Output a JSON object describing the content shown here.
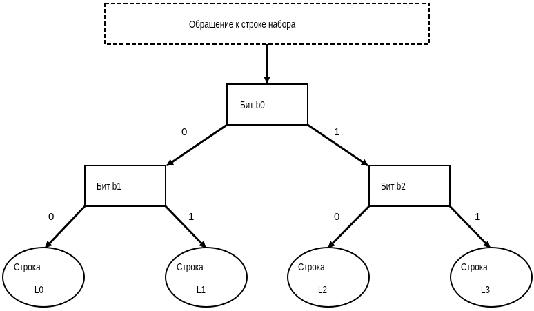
{
  "header": {
    "text": "Обращение к строке набора"
  },
  "nodes": {
    "b0": {
      "label": "Бит b0"
    },
    "b1": {
      "label": "Бит b1"
    },
    "b2": {
      "label": "Бит b2"
    }
  },
  "edges": {
    "b0_left": "0",
    "b0_right": "1",
    "b1_left": "0",
    "b1_right": "1",
    "b2_left": "0",
    "b2_right": "1"
  },
  "leaves": [
    {
      "line1": "Строка",
      "line2": "L0"
    },
    {
      "line1": "Строка",
      "line2": "L1"
    },
    {
      "line1": "Строка",
      "line2": "L2"
    },
    {
      "line1": "Строка",
      "line2": "L3"
    }
  ]
}
